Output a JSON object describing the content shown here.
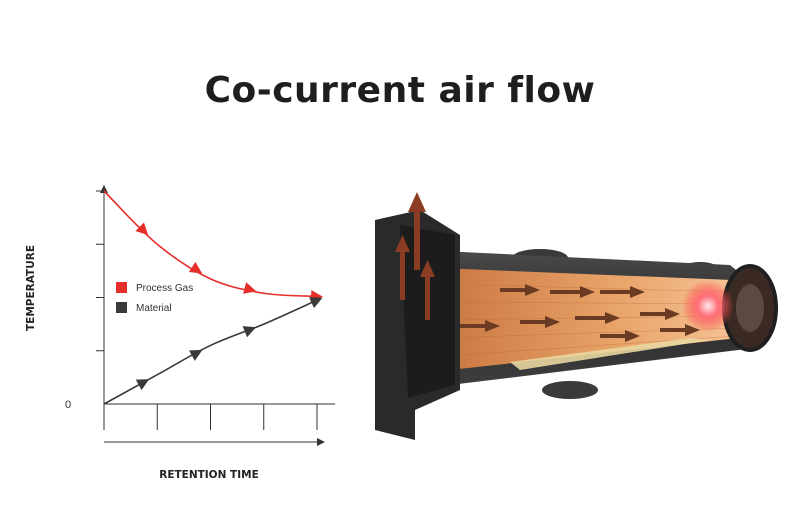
{
  "title": "Co-current air flow",
  "chart_data": {
    "type": "line",
    "ylabel": "TEMPERATURE",
    "xlabel": "RETENTION TIME",
    "y_origin_label": "0",
    "x": [
      0,
      1,
      2,
      3,
      4
    ],
    "ylim": [
      0,
      4
    ],
    "series": [
      {
        "name": "Process Gas",
        "color": "#e62e2a",
        "values": [
          4.0,
          3.0,
          2.35,
          2.08,
          2.02
        ],
        "marker": "arrow"
      },
      {
        "name": "Material",
        "color": "#3a3a3a",
        "values": [
          0.0,
          0.55,
          1.1,
          1.5,
          1.95
        ],
        "marker": "arrow"
      }
    ],
    "legend": "inside-left"
  },
  "illustration": {
    "subject": "rotary-drum-dryer-cutaway",
    "colors": {
      "shell": "#2f2f30",
      "interior": "#d98a4a",
      "arrows": "#6b3a22",
      "flame": "#ff4a4a"
    }
  }
}
